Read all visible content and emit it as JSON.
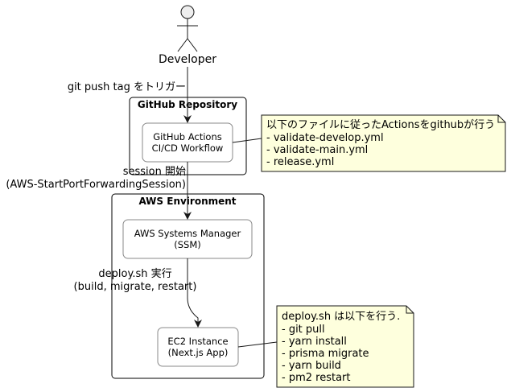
{
  "actor": {
    "label": "Developer"
  },
  "edges": {
    "push_label": "git push tag をトリガー",
    "session_label_line1": "session 開始",
    "session_label_line2": "(AWS-StartPortForwardingSession)",
    "deploy_label_line1": "deploy.sh 実行",
    "deploy_label_line2": "(build, migrate, restart)"
  },
  "clusters": {
    "github": {
      "title": "GitHub Repository"
    },
    "aws": {
      "title": "AWS Environment"
    }
  },
  "nodes": {
    "actions": {
      "line1": "GitHub Actions",
      "line2": "CI/CD Workflow"
    },
    "ssm": {
      "line1": "AWS Systems Manager",
      "line2": "(SSM)"
    },
    "ec2": {
      "line1": "EC2 Instance",
      "line2": "(Next.js App)"
    }
  },
  "notes": {
    "actions_note": {
      "lines": [
        "以下のファイルに従ったActionsをgithubが行う",
        "- validate-develop.yml",
        "- validate-main.yml",
        "- release.yml"
      ]
    },
    "ec2_note": {
      "lines": [
        "deploy.sh は以下を行う.",
        "- git pull",
        "- yarn install",
        "- prisma migrate",
        "- yarn build",
        "- pm2 restart"
      ]
    }
  },
  "colors": {
    "note_fill": "#feffdd",
    "actor_fill": "#eeeeee",
    "stroke": "#181818",
    "node_stroke": "#888888"
  }
}
